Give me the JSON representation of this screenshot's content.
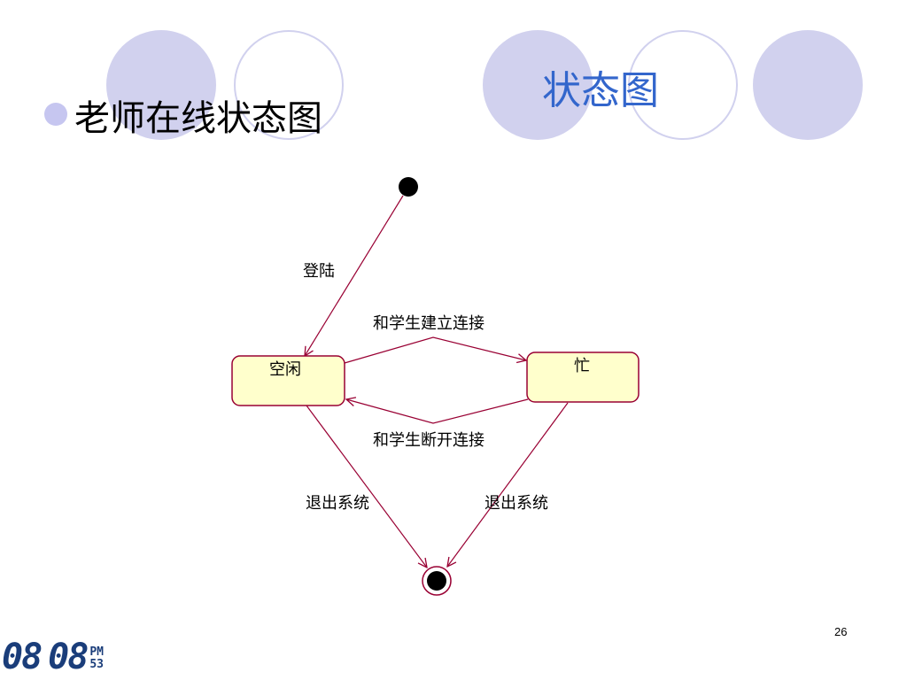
{
  "slide": {
    "title": "状态图",
    "bullet": "老师在线状态图",
    "page_number": "26"
  },
  "diagram": {
    "states": [
      {
        "id": "idle",
        "label": "空闲"
      },
      {
        "id": "busy",
        "label": "忙"
      }
    ],
    "transitions": [
      {
        "from": "start",
        "to": "idle",
        "label": "登陆"
      },
      {
        "from": "idle",
        "to": "busy",
        "label": "和学生建立连接"
      },
      {
        "from": "busy",
        "to": "idle",
        "label": "和学生断开连接"
      },
      {
        "from": "idle",
        "to": "end",
        "label": "退出系统"
      },
      {
        "from": "busy",
        "to": "end",
        "label": "退出系统"
      }
    ]
  },
  "clock": {
    "hours": "08",
    "minutes": "08",
    "ampm": "PM",
    "seconds": "53"
  },
  "colors": {
    "title": "#3366cc",
    "deco_circle": "#d1d1ee",
    "state_fill": "#ffffcc",
    "state_border": "#990033",
    "transition_line": "#990033",
    "clock": "#1a3d7a"
  }
}
